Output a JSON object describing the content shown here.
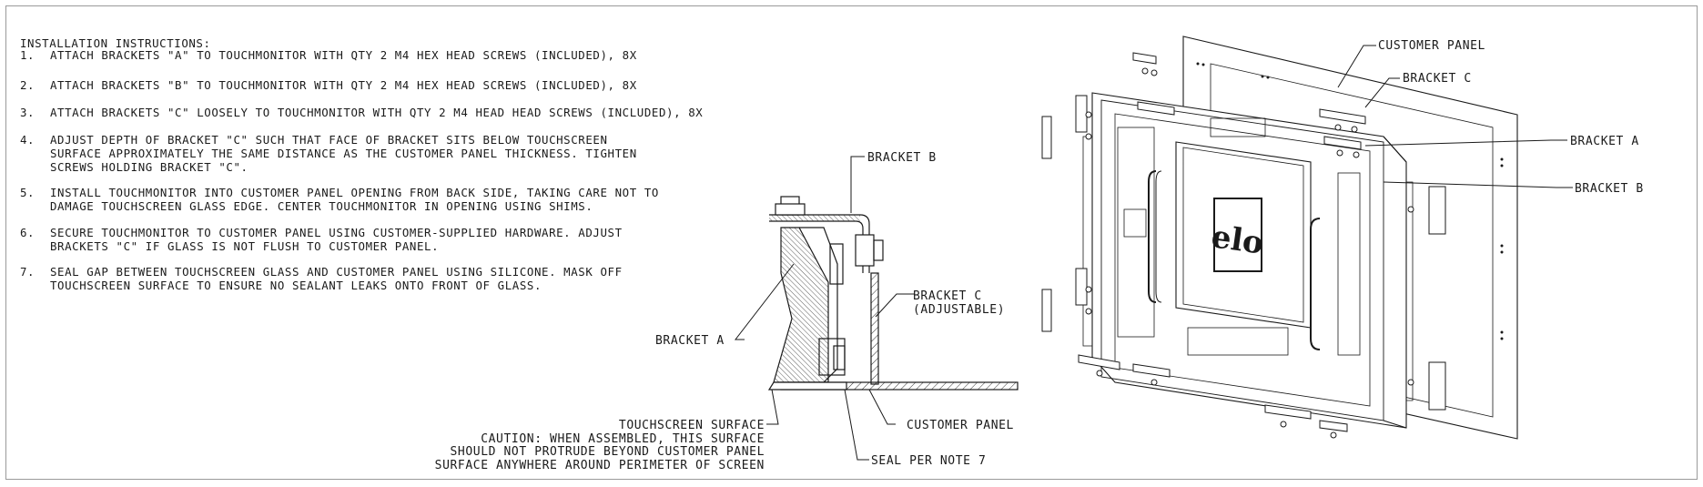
{
  "instructions": {
    "title": "INSTALLATION INSTRUCTIONS:",
    "steps": [
      {
        "num": "1.",
        "lines": [
          "ATTACH BRACKETS \"A\" TO TOUCHMONITOR WITH QTY 2 M4 HEX HEAD SCREWS (INCLUDED), 8X"
        ]
      },
      {
        "num": "2.",
        "lines": [
          "ATTACH BRACKETS \"B\" TO TOUCHMONITOR WITH QTY 2 M4 HEX HEAD SCREWS (INCLUDED), 8X"
        ]
      },
      {
        "num": "3.",
        "lines": [
          "ATTACH BRACKETS \"C\" LOOSELY TO TOUCHMONITOR WITH QTY 2 M4 HEAD HEAD SCREWS (INCLUDED), 8X"
        ]
      },
      {
        "num": "4.",
        "lines": [
          "ADJUST DEPTH OF BRACKET \"C\" SUCH THAT FACE OF BRACKET SITS BELOW TOUCHSCREEN",
          "SURFACE APPROXIMATELY THE SAME DISTANCE AS THE CUSTOMER PANEL THICKNESS. TIGHTEN",
          "SCREWS HOLDING BRACKET \"C\"."
        ]
      },
      {
        "num": "5.",
        "lines": [
          "INSTALL TOUCHMONITOR INTO CUSTOMER PANEL OPENING FROM BACK SIDE, TAKING CARE NOT TO",
          "DAMAGE TOUCHSCREEN GLASS EDGE. CENTER TOUCHMONITOR IN OPENING USING SHIMS."
        ]
      },
      {
        "num": "6.",
        "lines": [
          "SECURE TOUCHMONITOR TO CUSTOMER PANEL USING CUSTOMER-SUPPLIED HARDWARE. ADJUST",
          "BRACKETS \"C\" IF GLASS IS NOT FLUSH TO CUSTOMER PANEL."
        ]
      },
      {
        "num": "7.",
        "lines": [
          "SEAL GAP BETWEEN TOUCHSCREEN GLASS AND CUSTOMER PANEL USING SILICONE. MASK OFF",
          "TOUCHSCREEN SURFACE TO ENSURE NO SEALANT LEAKS ONTO FRONT OF GLASS."
        ]
      }
    ]
  },
  "section_labels": {
    "bracket_b": "BRACKET B",
    "bracket_c": "BRACKET C",
    "bracket_c_note": "(ADJUSTABLE)",
    "bracket_a": "BRACKET A",
    "touchscreen_surface": "TOUCHSCREEN SURFACE",
    "caution_1": "CAUTION: WHEN ASSEMBLED, THIS SURFACE",
    "caution_2": "SHOULD NOT PROTRUDE BEYOND CUSTOMER PANEL",
    "caution_3": "SURFACE ANYWHERE AROUND PERIMETER OF SCREEN",
    "customer_panel": "CUSTOMER PANEL",
    "seal": "SEAL PER NOTE 7"
  },
  "exploded_labels": {
    "customer_panel": "CUSTOMER PANEL",
    "bracket_c": "BRACKET C",
    "bracket_a": "BRACKET A",
    "bracket_b": "BRACKET B"
  },
  "logo_text": "elo",
  "colors": {
    "line": "#1a1a1a",
    "hatch": "#333333",
    "frame": "#9a9a9a"
  }
}
